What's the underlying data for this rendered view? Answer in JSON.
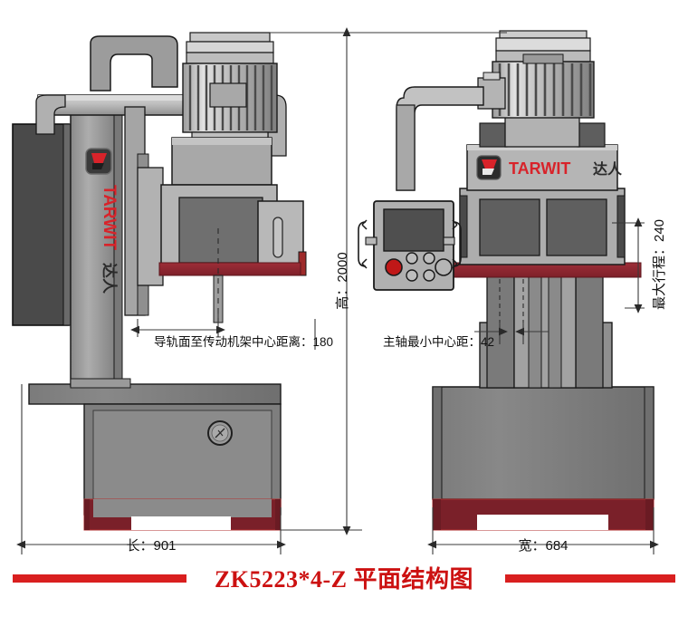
{
  "figure": {
    "title": "ZK5223*4-Z 平面结构图",
    "accent_color": "#d91f1f",
    "title_color": "#cc1111"
  },
  "dimensions": {
    "height": {
      "label": "高：2000",
      "value": 2000,
      "orientation": "vertical"
    },
    "length": {
      "label": "长：901",
      "value": 901,
      "orientation": "horizontal"
    },
    "width": {
      "label": "宽：684",
      "value": 684,
      "orientation": "horizontal"
    },
    "max_stroke": {
      "label": "最大行程：240",
      "value": 240,
      "orientation": "vertical"
    },
    "rail_to_frame_center": {
      "label": "导轨面至传动机架中心距离：180",
      "value": 180,
      "orientation": "horizontal"
    },
    "spindle_min_center": {
      "label": "主轴最小中心距：42",
      "value": 42,
      "orientation": "horizontal"
    }
  },
  "views": {
    "left": {
      "name": "side-view",
      "brand": "TARWIT 达人",
      "brand_en": "TARWIT",
      "brand_cn": "达人"
    },
    "right": {
      "name": "front-view",
      "brand": "TARWIT 达人",
      "brand_en": "TARWIT",
      "brand_cn": "达人"
    }
  },
  "palette": {
    "body_gray": "#8c8c8c",
    "light_gray": "#b8b8b8",
    "pale_gray": "#c9c9c9",
    "dark_gray": "#6e6e6e",
    "cabinet_dark": "#4a4a4a",
    "window_dark": "#5a5a5a",
    "table_red": "#8f2833",
    "base_red": "#7a2029",
    "outline": "#1a1a1a",
    "dim_line": "#3a3a3a"
  }
}
